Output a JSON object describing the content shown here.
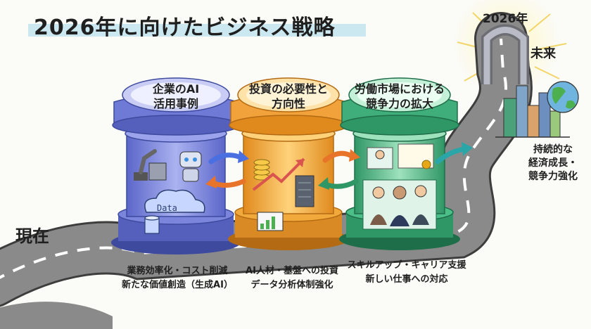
{
  "title": "2026年に向けたビジネス戦略",
  "start_label": "現在",
  "destination": {
    "year": "2026年",
    "label": "未来"
  },
  "pillars": [
    {
      "heading": [
        "企業のAI",
        "活用事例"
      ],
      "caption": [
        "業務効率化・コスト削減",
        "新たな価値創造（生成AI）"
      ],
      "color": "#6f79d6"
    },
    {
      "heading": [
        "投資の必要性と",
        "方向性"
      ],
      "caption": [
        "AI人材・基盤への投資",
        "データ分析体制強化"
      ],
      "color": "#f2a23a"
    },
    {
      "heading": [
        "労働市場における",
        "競争力の拡大"
      ],
      "caption": [
        "スキルアップ・キャリア支援",
        "新しい仕事への対応"
      ],
      "color": "#3fae7a"
    }
  ],
  "cloud_label": "Data",
  "goal": [
    "持続的な",
    "経済成長・",
    "競争力強化"
  ]
}
